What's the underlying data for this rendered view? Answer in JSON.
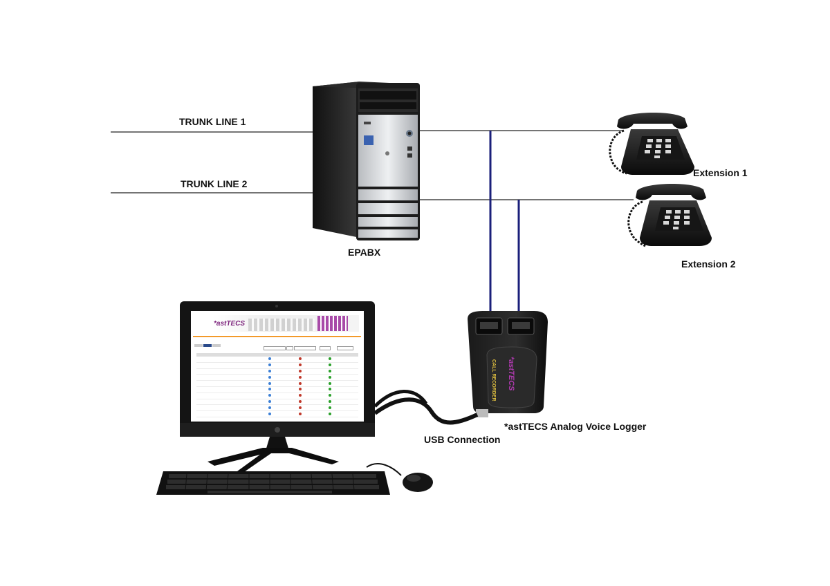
{
  "labels": {
    "trunk1": "TRUNK LINE 1",
    "trunk2": "TRUNK LINE 2",
    "epabx": "EPABX",
    "ext1": "Extension 1",
    "ext2": "Extension 2",
    "usb": "USB Connection",
    "logger": "*astTECS Analog Voice Logger"
  },
  "screen": {
    "brand": "*astTECS"
  },
  "colors": {
    "trunk_line": "#222222",
    "tap_line": "#1a1f7a",
    "screen_accent": "#f39a2a",
    "brand_purple": "#7a1f7a"
  },
  "icons": [
    "pc-tower-icon",
    "telephone-icon",
    "voice-logger-icon",
    "monitor-icon",
    "keyboard-icon",
    "mouse-icon",
    "usb-cable-icon"
  ]
}
